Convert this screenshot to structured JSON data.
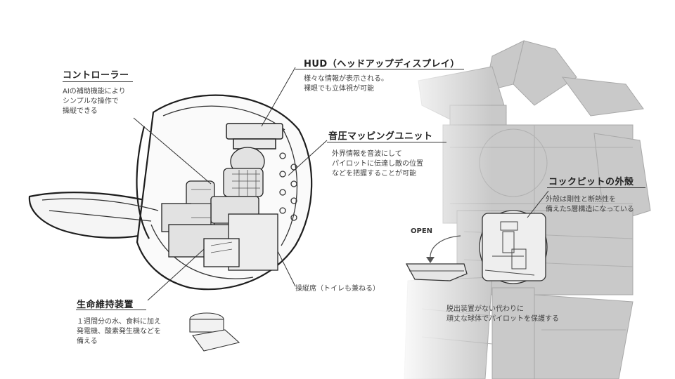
{
  "labels": {
    "controller": {
      "title": "コントローラー",
      "desc": [
        "AIの補助機能により",
        "シンプルな操作で",
        "操縦できる"
      ]
    },
    "hud": {
      "title": "HUD（ヘッドアップディスプレイ）",
      "desc": [
        "様々な情報が表示される。",
        "裸眼でも立体視が可能"
      ]
    },
    "sound_mapping": {
      "title": "音圧マッピングユニット",
      "desc": [
        "外界情報を音波にして",
        "パイロットに伝達し敵の位置",
        "などを把握することが可能"
      ]
    },
    "shell": {
      "title": "コックピットの外殻",
      "desc": [
        "外殻は剛性と断熱性を",
        "備えた5層構造になっている"
      ]
    },
    "life_support": {
      "title": "生命維持装置",
      "desc": [
        "１週間分の水、食料に加え",
        "発電機、酸素発生機などを",
        "備える"
      ]
    },
    "seat": {
      "text": "操縦席（トイレも兼ねる）"
    },
    "open": {
      "text": "OPEN"
    },
    "escape": {
      "desc": [
        "脱出装置がない代わりに",
        "頑丈な球体でパイロットを保護する"
      ]
    }
  },
  "colors": {
    "line": "#1e1e1e",
    "ghost": "#bdbdbd",
    "ghost_dark": "#9a9a9a",
    "text": "#444444"
  }
}
